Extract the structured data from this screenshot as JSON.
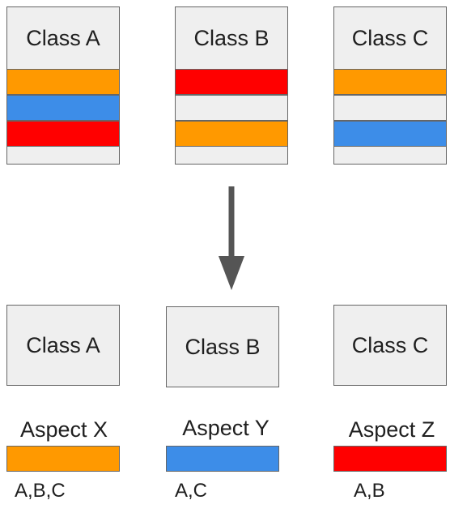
{
  "colors": {
    "orange": "#ff9900",
    "blue": "#3d8de8",
    "red": "#ff0000",
    "empty": "#efefef"
  },
  "top_classes": [
    {
      "title": "Class A",
      "stripes": [
        "orange",
        "blue",
        "red"
      ]
    },
    {
      "title": "Class B",
      "stripes": [
        "red",
        "empty",
        "orange"
      ]
    },
    {
      "title": "Class C",
      "stripes": [
        "orange",
        "empty",
        "blue"
      ]
    }
  ],
  "bottom_classes": [
    {
      "title": "Class A"
    },
    {
      "title": "Class B"
    },
    {
      "title": "Class C"
    }
  ],
  "aspects": [
    {
      "label": "Aspect X",
      "color": "orange",
      "classes": "A,B,C"
    },
    {
      "label": "Aspect Y",
      "color": "blue",
      "classes": "A,C"
    },
    {
      "label": "Aspect Z",
      "color": "red",
      "classes": "A,B"
    }
  ]
}
